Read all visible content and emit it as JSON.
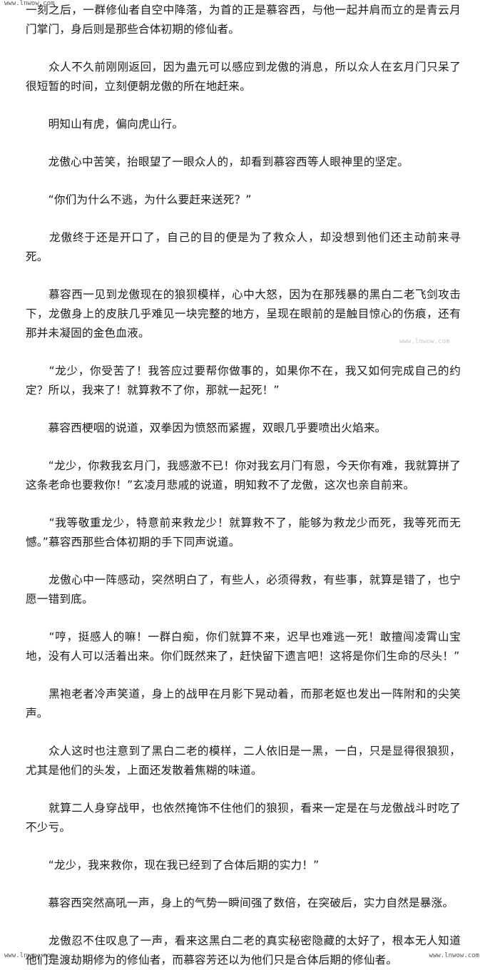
{
  "watermark": {
    "top_left": "www.lnwow.com",
    "bottom_left": "www.lnwow.com",
    "bottom_right": "www.lnwow.com",
    "faint_right": "www.lnwow.com"
  },
  "paragraphs": [
    "  一刻之后，一群修仙者自空中降落，为首的正是慕容西，与他一起并肩而立的是青云月门掌门，身后则是那些合体初期的修仙者。",
    "　　众人不久前刚刚返回，因为蛊元可以感应到龙傲的消息，所以众人在玄月门只呆了很短暂的时间，立刻便朝龙傲的所在地赶来。",
    "　　明知山有虎，偏向虎山行。",
    "　　龙傲心中苦笑，抬眼望了一眼众人的，却看到慕容西等人眼神里的坚定。",
    "　　“你们为什么不逃，为什么要赶来送死？”",
    "　　龙傲终于还是开口了，自己的目的便是为了救众人，却没想到他们还主动前来寻死。",
    "　　慕容西一见到龙傲现在的狼狈模样，心中大怒，因为在那残暴的黑白二老飞剑攻击下，龙傲身上的皮肤几乎难见一块完整的地方，呈现在眼前的是触目惊心的伤痕，还有那并未凝固的金色血液。",
    "　　“龙少，你受苦了！我答应过要帮你做事的，如果你不在，我又如何完成自己的约定？所以，我来了！就算救不了你，那就一起死！”",
    "　　慕容西梗咽的说道，双拳因为愤怒而紧握，双眼几乎要喷出火焰来。",
    "　　“龙少，你救我玄月门，我感激不已！你对我玄月门有恩，今天你有难，我就算拼了这条老命也要救你！”玄凌月悲戚的说道，明知救不了龙傲，这次也亲自前来。",
    "　　“我等敬重龙少，特意前来救龙少！就算救不了，能够为救龙少而死，我等死而无憾。”慕容西那些合体初期的手下同声说道。",
    "　　龙傲心中一阵感动，突然明白了，有些人，必须得救，有些事，就算是错了，也宁愿一错到底。",
    "　　“哼，挺感人的嘛！一群白痴，你们就算不来，迟早也难逃一死！敢擅闯凌霄山宝地，没有人可以活着出来。你们既然来了，赶快留下遗言吧！这将是你们生命的尽头！”",
    "　　黑袍老者冷声笑道，身上的战甲在月影下晃动着，而那老妪也发出一阵附和的尖笑声。",
    "　　众人这时也注意到了黑白二老的模样，二人依旧是一黑，一白，只是显得很狼狈，尤其是他们的头发，上面还发散着焦糊的味道。",
    "　　就算二人身穿战甲，也依然掩饰不住他们的狼狈，看来一定是在与龙傲战斗时吃了不少亏。",
    "　　“龙少，我来救你，现在我已经到了合体后期的实力！”",
    "　　慕容西突然高吼一声，身上的气势一瞬间强了数倍，在突破后，实力自然是暴涨。",
    "　　龙傲忍不住叹息了一声，看来这黑白二老的真实秘密隐藏的太好了，根本无人知道他们是渡劫期修为的修仙者，而慕容芳还以为他们只是合体后期的修仙者。"
  ]
}
